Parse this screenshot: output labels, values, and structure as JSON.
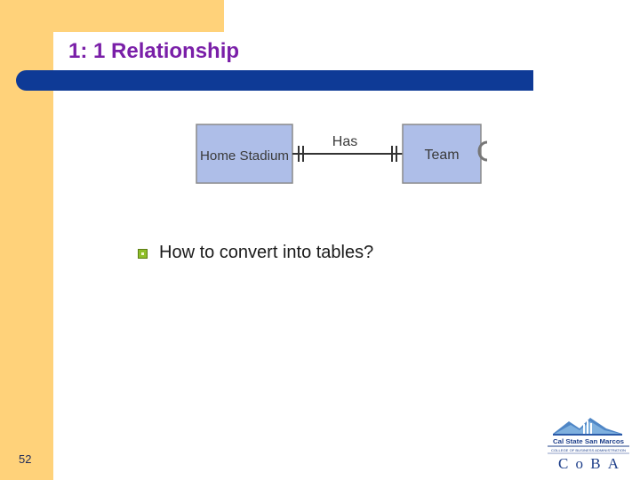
{
  "slide": {
    "title": "1: 1 Relationship",
    "page_number": "52"
  },
  "diagram": {
    "entity_left": "Home Stadium",
    "relationship": "Has",
    "entity_right": "Team",
    "colors": {
      "entity_fill": "#aebee8",
      "entity_border": "#8a8a8a",
      "line": "#333333"
    }
  },
  "bullets": [
    {
      "text": "How to convert into tables?"
    }
  ],
  "logo": {
    "name": "cal-state-san-marcos-coba-logo",
    "university": "Cal State San Marcos",
    "college": "COLLEGE OF BUSINESS ADMINISTRATION",
    "acronym": "CoBA"
  },
  "colors": {
    "sidebar": "#ffd27a",
    "title_text": "#7a1fa8",
    "title_bar": "#0e3a96",
    "bullet": "#8fbf2a"
  }
}
